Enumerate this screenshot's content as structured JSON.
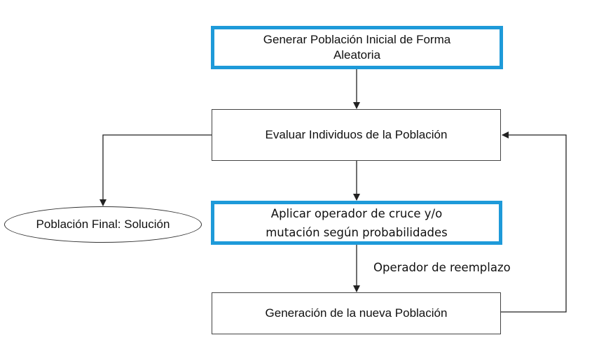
{
  "nodes": {
    "init": {
      "line1": "Generar Población Inicial de Forma",
      "line2": "Aleatoria"
    },
    "evaluate": "Evaluar Individuos de la Población",
    "operator": {
      "line1": "Aplicar operador de cruce y/o",
      "line2": "mutación según probabilidades"
    },
    "generation": "Generación de la nueva Población",
    "final": "Población Final: Solución"
  },
  "edge_labels": {
    "replacement": "Operador de reemplazo"
  },
  "colors": {
    "highlight_border": "#1e9ad9",
    "line": "#222222"
  }
}
